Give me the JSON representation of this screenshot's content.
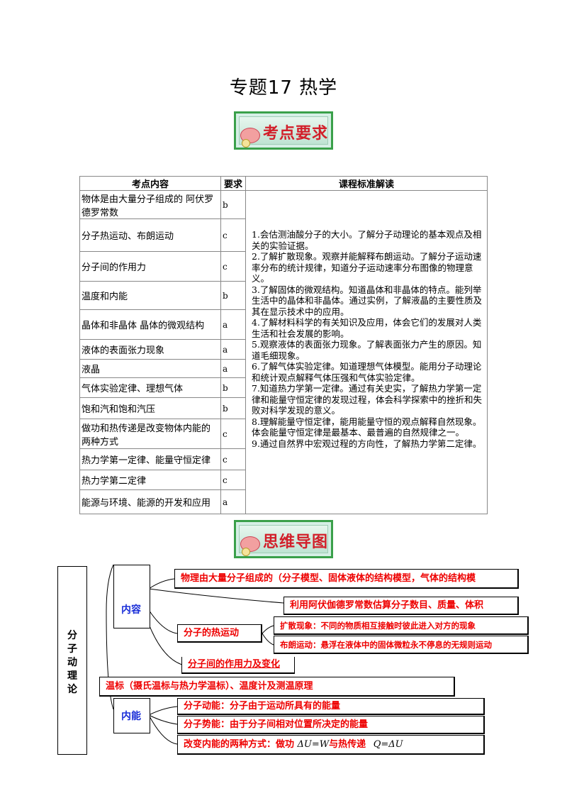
{
  "title": "专题17  热学",
  "banner1": "考点要求",
  "banner2": "思维导图",
  "table": {
    "headers": [
      "考点内容",
      "要求",
      "课程标准解读"
    ],
    "rows": [
      {
        "topic": "物体是由大量分子组成的 阿伏罗德罗常数",
        "req": "b"
      },
      {
        "topic": "分子热运动、布朗运动",
        "req": "c"
      },
      {
        "topic": "分子间的作用力",
        "req": "c"
      },
      {
        "topic": "温度和内能",
        "req": "b"
      },
      {
        "topic": "晶体和非晶体 晶体的微观结构",
        "req": "a"
      },
      {
        "topic": "液体的表面张力现象",
        "req": "a"
      },
      {
        "topic": "液晶",
        "req": "a"
      },
      {
        "topic": "气体实验定律、理想气体",
        "req": "b"
      },
      {
        "topic": "饱和汽和饱和汽压",
        "req": "b"
      },
      {
        "topic": "做功和热传递是改变物体内能的两种方式",
        "req": "c"
      },
      {
        "topic": "热力学第一定律、能量守恒定律",
        "req": "c"
      },
      {
        "topic": "热力学第二定律",
        "req": "c"
      },
      {
        "topic": "能源与环境、能源的开发和应用",
        "req": "a"
      }
    ],
    "standards": [
      "1.会估测油酸分子的大小。了解分子动理论的基本观点及相关的实验证据。",
      "2.了解扩散现象。观察并能解释布朗运动。了解分子运动速率分布的统计规律，知道分子运动速率分布图像的物理意义。",
      "3.了解固体的微观结构。知道晶体和非晶体的特点。能列举生活中的晶体和非晶体。通过实例，了解液晶的主要性质及其在显示技术中的应用。",
      "4.了解材料科学的有关知识及应用，体会它们的发展对人类生活和社会发展的影响。",
      "5.观察液体的表面张力现象。了解表面张力产生的原因。知道毛细现象。",
      "6.了解气体实验定律。知道理想气体模型。能用分子动理论和统计观点解释气体压强和气体实验定律。",
      "7.知道热力学第一定律。通过有关史实，了解热力学第一定律和能量守恒定律的发现过程，体会科学探索中的挫折和失败对科学发现的意义。",
      "8.理解能量守恒定律，能用能量守恒的观点解释自然现象。体会能量守恒定律是最基本、最普遍的自然规律之一。",
      "9.通过自然界中宏观过程的方向性，了解热力学第二定律。"
    ]
  },
  "mindmap": {
    "root": "分子动理论",
    "content_label": "内容",
    "content_item1": "物理由大量分子组成的（分子模型、固体液体的结构模型，气体的结构模",
    "content_item2": "利用阿伏伽德罗常数估算分子数目、质量、体积",
    "thermal_motion": "分子的热运动",
    "diffusion": "扩散现象：不同的物质相互接触时彼此进入对方的现象",
    "brownian": "布朗运动：悬浮在液体中的固体微粒永不停息的无规则运动",
    "force": "分子间的作用力及变化",
    "temperature": "温标（摄氏温标与热力学温标）、温度计及测温原理",
    "internal_label": "内能",
    "kinetic": "分子动能：分子由于运动所具有的能量",
    "potential": "分子势能：由于分子间相对位置所决定的能量",
    "change_prefix": "改变内能的两种方式：做功",
    "formula1": "ΔU=W",
    "change_mid": "与热传递",
    "formula2": "Q=ΔU"
  }
}
